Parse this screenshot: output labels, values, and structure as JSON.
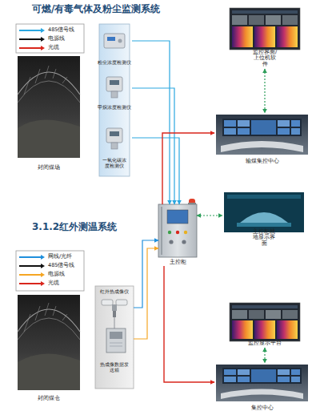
{
  "diagram": {
    "title": "可燃/有毒气体及粉尘监测系统",
    "nodes": [
      {
        "text": [
          "封闭煤场"
        ]
      },
      {
        "text": [
          "粉尘浓度检测仪"
        ]
      },
      {
        "text": [
          "甲烷浓度检测仪"
        ]
      },
      {
        "text": [
          "一氧化碳浓度检测仪"
        ]
      },
      {
        "text": [
          "监控界面/上位机软件"
        ]
      },
      {
        "text": [
          "输煤集控中心"
        ]
      },
      {
        "text": [
          "主控柜"
        ]
      },
      {
        "text": [
          "主控柜就地显示界面"
        ]
      },
      {
        "text": [
          "封闭煤仓"
        ]
      },
      {
        "text": [
          "红外热成像仪"
        ]
      },
      {
        "text": [
          "热成像数据发送箱"
        ]
      },
      {
        "text": [
          "监控显示平台"
        ]
      },
      {
        "text": [
          "集控中心"
        ]
      }
    ],
    "edges": [
      {
        "from": 1,
        "to": 6,
        "arrow": "to"
      },
      {
        "from": 2,
        "to": 6,
        "arrow": "to"
      },
      {
        "from": 3,
        "to": 6,
        "arrow": "to"
      },
      {
        "from": 6,
        "to": 5,
        "arrow": "to"
      },
      {
        "from": 4,
        "to": 5,
        "arrow": "both"
      },
      {
        "from": 6,
        "to": 7,
        "arrow": "both"
      },
      {
        "from": 9,
        "to": 6,
        "arrow": "to"
      },
      {
        "from": 10,
        "to": 6,
        "arrow": "to"
      },
      {
        "from": 6,
        "to": 12,
        "arrow": "to"
      },
      {
        "from": 11,
        "to": 12,
        "arrow": "both"
      }
    ],
    "labels": [
      "3.1.2红外测温系统"
    ],
    "legend": [
      {
        "text": "485信号线",
        "color": "#2aa7e0"
      },
      {
        "text": "电源线",
        "color": "#111111"
      },
      {
        "text": "光缆",
        "color": "#d9261c"
      },
      {
        "text": "网线/光纤",
        "color": "#1f8fdc"
      },
      {
        "text": "485信号线",
        "color": "#111111"
      },
      {
        "text": "电源线",
        "color": "#f5a623"
      },
      {
        "text": "光缆",
        "color": "#d9261c"
      }
    ]
  }
}
